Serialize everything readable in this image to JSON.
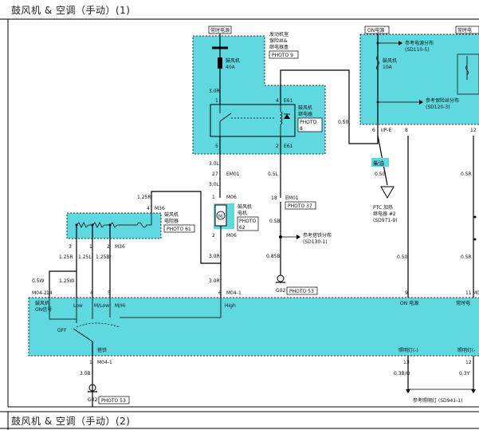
{
  "titles": {
    "page1": "鼓风机 & 空调（手动）(1)",
    "page2": "鼓风机 & 空调（手动）(2)"
  },
  "colors": {
    "cyan": "#5fd8e0",
    "wire": "#000000",
    "tag_bg": "#5fd8e0"
  },
  "labels": {
    "const_power_left": "常时电源",
    "const_power_right": "常时电",
    "on_power_top": "ON电源",
    "engine_room_box_l1": "发动机室",
    "engine_room_box_l2": "保险丝&",
    "engine_room_box_l3": "继电器盒",
    "photo9": "PHOTO 9",
    "blower_fuse_l1": "鼓风机",
    "blower_fuse_l2": "40A",
    "blower_relay_l1": "鼓风机",
    "blower_relay_l2": "继电器",
    "photo8_l1": "PHOTO",
    "photo8_l2": "8",
    "ref_power_l1": "参考电源分布",
    "ref_power_l2": "(SD110-5)",
    "blower_fuse10_l1": "鼓风机",
    "blower_fuse10_l2": "10A",
    "ref_fuse_l1": "参考保险丝分布",
    "ref_fuse_l2": "(SD120-3)",
    "diesel": "柴油",
    "ptc_l1": "PTC 加热",
    "ptc_l2": "继电器 #2",
    "ptc_l3": "(SD971-9)",
    "blower_motor_l1": "鼓风机",
    "blower_motor_l2": "电机",
    "photo62_l1": "PHOTO",
    "photo62_l2": "62",
    "resistor_l1": "鼓风机",
    "resistor_l2": "电阻器",
    "photo61": "PHOTO 61",
    "photo37": "PHOTO 37",
    "ref_ground_l1": "参考搭铁分布",
    "ref_ground_l2": "(SD130-1)",
    "g02_a": "G02",
    "photo53_a": "PHOTO 53",
    "g02_b": "G02",
    "photo53_b": "PHOTO 53",
    "switch_l1": "鼓风机",
    "switch_l2": "ON信号",
    "low": "Low",
    "mlow": "M/Low",
    "mhi": "M/Hi",
    "high": "High",
    "off": "OFF",
    "ground": "搭铁",
    "on_power_bottom": "ON 电源",
    "const_power_bottom": "常时电",
    "illum1": "照明灯(-)",
    "illum2": "照明灯(-",
    "ref_illum": "参考照明灯 (SD941-1)"
  },
  "wires": {
    "w30r_top": "3.0R",
    "w30l_a": "3.0L",
    "w30l_b": "3.0L",
    "w30r_b": "3.0R",
    "w30r_c": "3.0R",
    "w050_a": "0.50",
    "w050_b": "0.50",
    "w050_c": "0.50",
    "w05r_a": "0.5R",
    "w05r_b": "0.5R",
    "w05l": "0.5L",
    "w05b": "0.5B",
    "w085b": "0.85B",
    "w125r_a": "1.25R",
    "w125r_b": "1.25R",
    "w125l": "1.25L",
    "w125br": "1.25Br",
    "w05w": "0.5W",
    "w125w": "1.25W",
    "w30b": "3.0B",
    "w03bo": "0.3B/O",
    "w03y": "0.3Y"
  },
  "connectors": {
    "e61_a": "E61",
    "e61_b": "E61",
    "em01_a": "EM01",
    "em01_b": "EM01",
    "m06_a": "M06",
    "m06_b": "M06",
    "m36_a": "M36",
    "m36_b": "M36",
    "m04_2": "M04-2",
    "m04_1a": "M04-1",
    "m04_1b": "M04-1",
    "m0_r": "M0",
    "ip_e": "I/P-E"
  },
  "pins": {
    "p1": "1",
    "p4": "4",
    "p5": "5",
    "p2": "2",
    "p27": "27",
    "p18": "18",
    "p1m": "1",
    "p2m": "2",
    "pr4": "4",
    "pr3": "3",
    "pr1": "1",
    "pr2": "2",
    "s14": "14",
    "s4": "4",
    "s5": "5",
    "s6": "6",
    "s1": "1",
    "s9": "9",
    "s11": "11",
    "s12": "12",
    "s13": "13",
    "ip6": "6",
    "ip8": "8",
    "sw9": "9"
  }
}
